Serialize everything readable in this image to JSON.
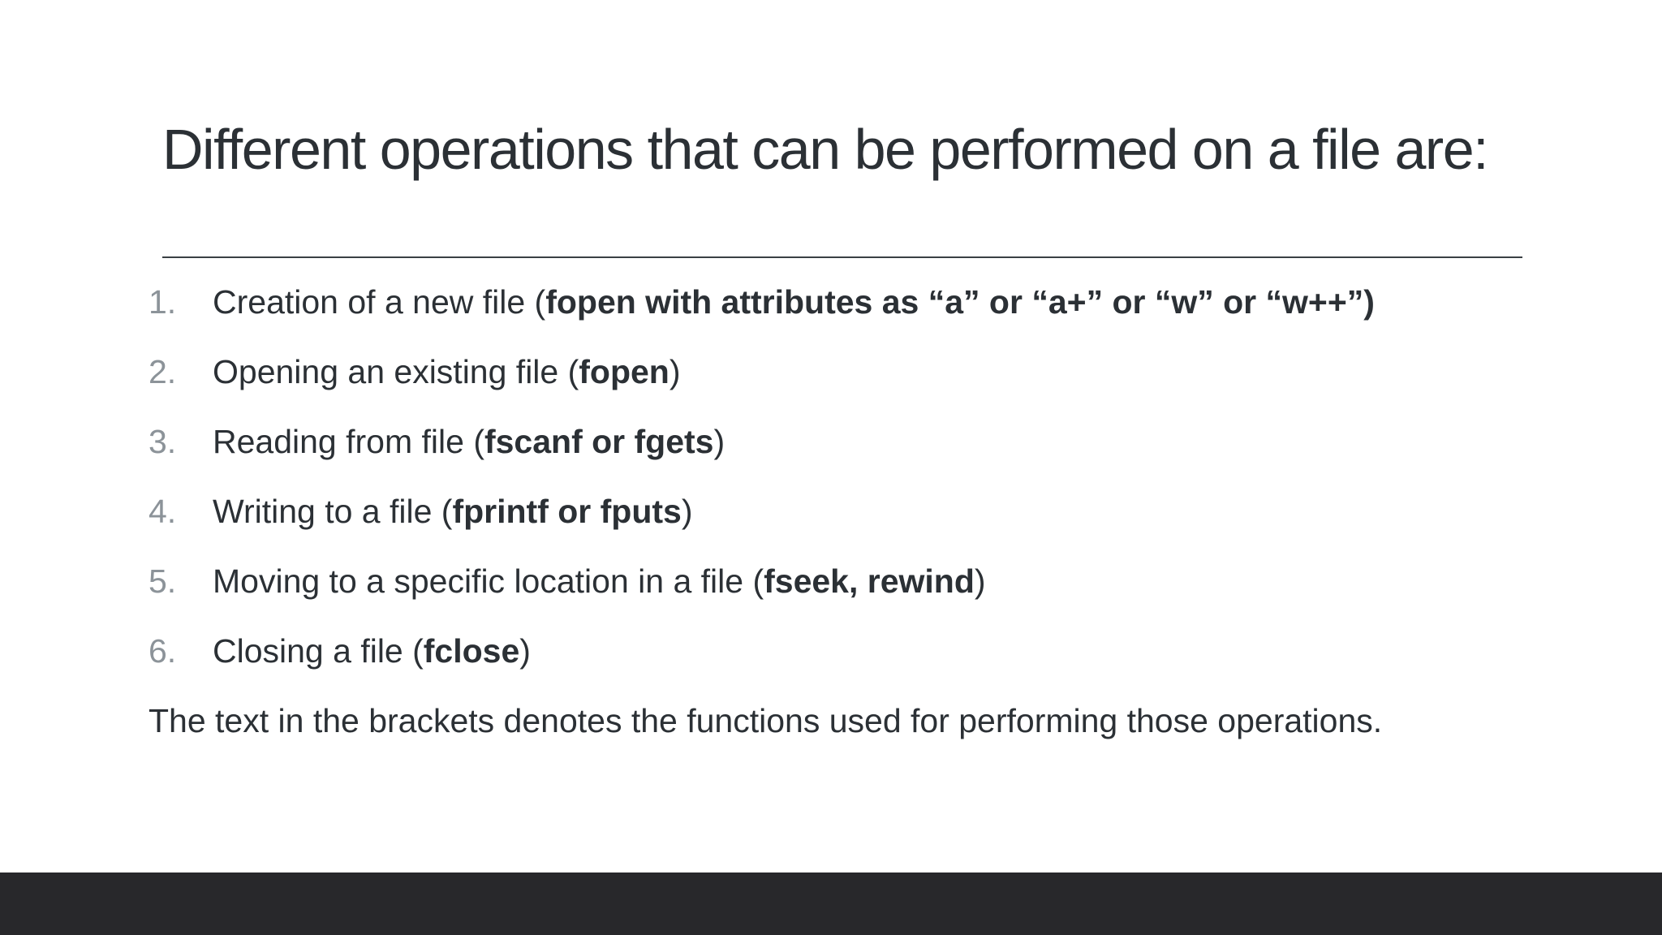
{
  "slide": {
    "title": "Different operations that can be performed on a file are:",
    "items": [
      {
        "number": "1.",
        "text": "Creation of a new file (",
        "bold": "fopen with attributes as “a” or “a+” or “w” or “w++”)",
        "after": ""
      },
      {
        "number": "2.",
        "text": "Opening an existing file (",
        "bold": "fopen",
        "after": ")"
      },
      {
        "number": "3.",
        "text": "Reading from file (",
        "bold": "fscanf or fgets",
        "after": ")"
      },
      {
        "number": "4.",
        "text": "Writing to a file (",
        "bold": "fprintf or fputs",
        "after": ")"
      },
      {
        "number": "5.",
        "text": "Moving to a specific location in a file (",
        "bold": "fseek, rewind",
        "after": ")"
      },
      {
        "number": "6.",
        "text": "Closing a file (",
        "bold": "fclose",
        "after": ")"
      }
    ],
    "note": "The text in the brackets denotes the functions used for performing those operations."
  },
  "colors": {
    "text": "#2b3035",
    "number": "#8c9399",
    "bottom_bar": "#28282b"
  }
}
